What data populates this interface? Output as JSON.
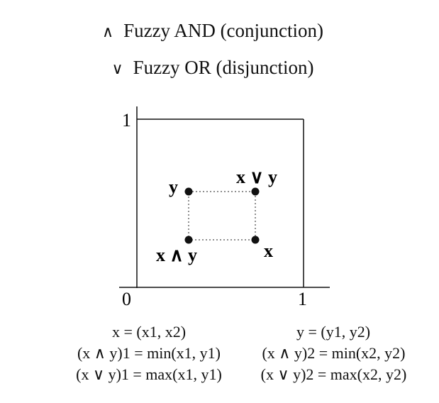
{
  "title": {
    "and_symbol": "∧",
    "and_label": "Fuzzy AND (conjunction)",
    "or_symbol": "∨",
    "or_label": "Fuzzy OR (disjunction)"
  },
  "plot": {
    "axis_y_top": "1",
    "axis_origin": "0",
    "axis_x_right": "1",
    "points": {
      "y": "y",
      "x_or_y": "x ∨ y",
      "x": "x",
      "x_and_y": "x ∧ y"
    }
  },
  "equations": {
    "x_def": "x = (x1, x2)",
    "y_def": "y = (y1, y2)",
    "and_1": "(x ∧ y)1 = min(x1, y1)",
    "and_2": "(x ∧ y)2 = min(x2, y2)",
    "or_1": "(x ∨ y)1 = max(x1, y1)",
    "or_2": "(x ∨ y)2 = max(x2, y2)"
  }
}
